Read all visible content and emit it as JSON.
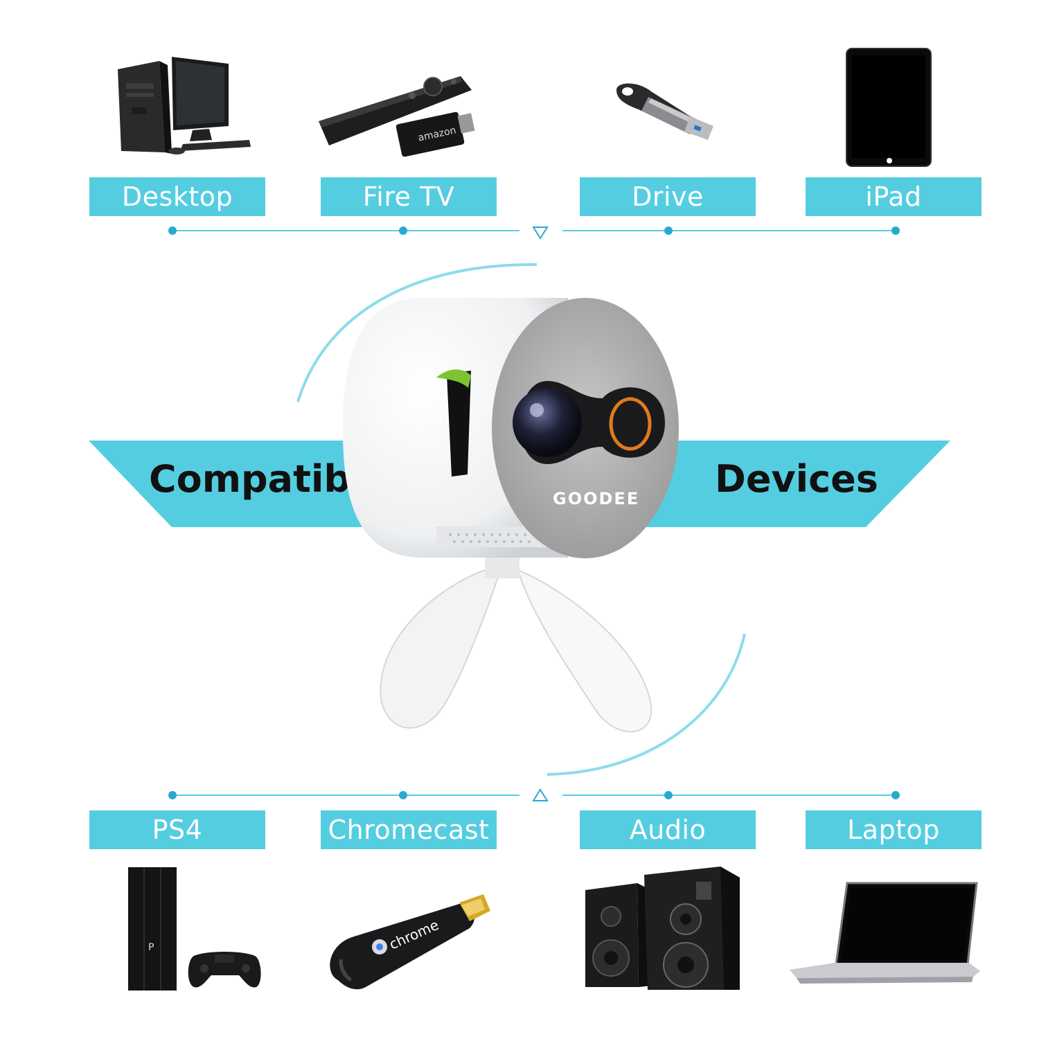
{
  "colors": {
    "accent": "#55cde0",
    "line": "#5bcde0",
    "text_dark": "#111111"
  },
  "headline": {
    "left": "Compatible",
    "right": "Devices"
  },
  "product": {
    "brand": "GOODEE"
  },
  "top_devices": [
    {
      "label": "Desktop",
      "icon": "desktop-computer-icon"
    },
    {
      "label": "Fire TV",
      "icon": "fire-tv-remote-icon"
    },
    {
      "label": "Drive",
      "icon": "usb-drive-icon"
    },
    {
      "label": "iPad",
      "icon": "ipad-icon"
    }
  ],
  "bottom_devices": [
    {
      "label": "PS4",
      "icon": "ps4-console-icon"
    },
    {
      "label": "Chromecast",
      "icon": "chromecast-dongle-icon"
    },
    {
      "label": "Audio",
      "icon": "speakers-icon"
    },
    {
      "label": "Laptop",
      "icon": "laptop-icon"
    }
  ],
  "device_brand_text": {
    "fire_tv": "amazon",
    "chromecast": "chrome"
  },
  "markers": {
    "top": "down-triangle-icon",
    "bottom": "up-triangle-icon"
  }
}
